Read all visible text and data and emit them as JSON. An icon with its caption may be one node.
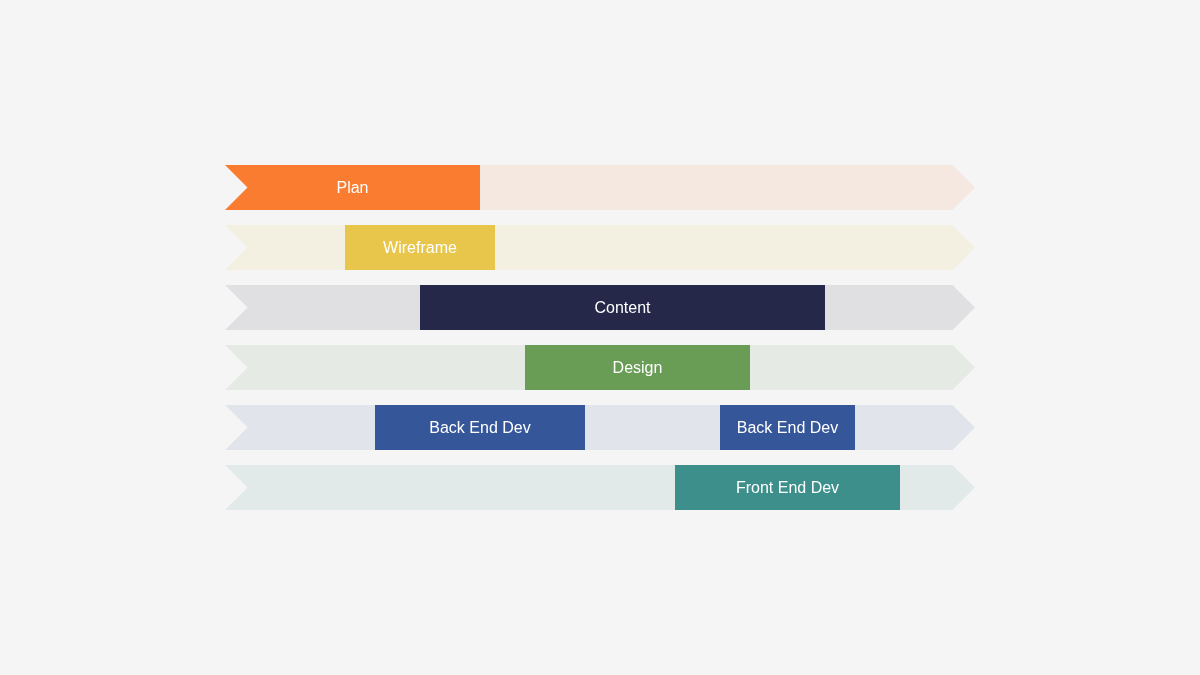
{
  "diagram": {
    "nodes": [
      {
        "text": [],
        "shape": "chevron"
      },
      {
        "text": [
          "Plan"
        ],
        "in": 0
      },
      {
        "text": [],
        "shape": "chevron"
      },
      {
        "text": [
          "Wireframe"
        ],
        "in": 2
      },
      {
        "text": [],
        "shape": "chevron"
      },
      {
        "text": [
          "Content"
        ],
        "in": 4
      },
      {
        "text": [],
        "shape": "chevron"
      },
      {
        "text": [
          "Design"
        ],
        "in": 6
      },
      {
        "text": [],
        "shape": "chevron"
      },
      {
        "text": [
          "Back End Dev"
        ],
        "in": 8
      },
      {
        "text": [
          "Back End Dev"
        ],
        "in": 8
      },
      {
        "text": [],
        "shape": "chevron"
      },
      {
        "text": [
          "Front End Dev"
        ],
        "in": 11
      }
    ],
    "edges": []
  }
}
